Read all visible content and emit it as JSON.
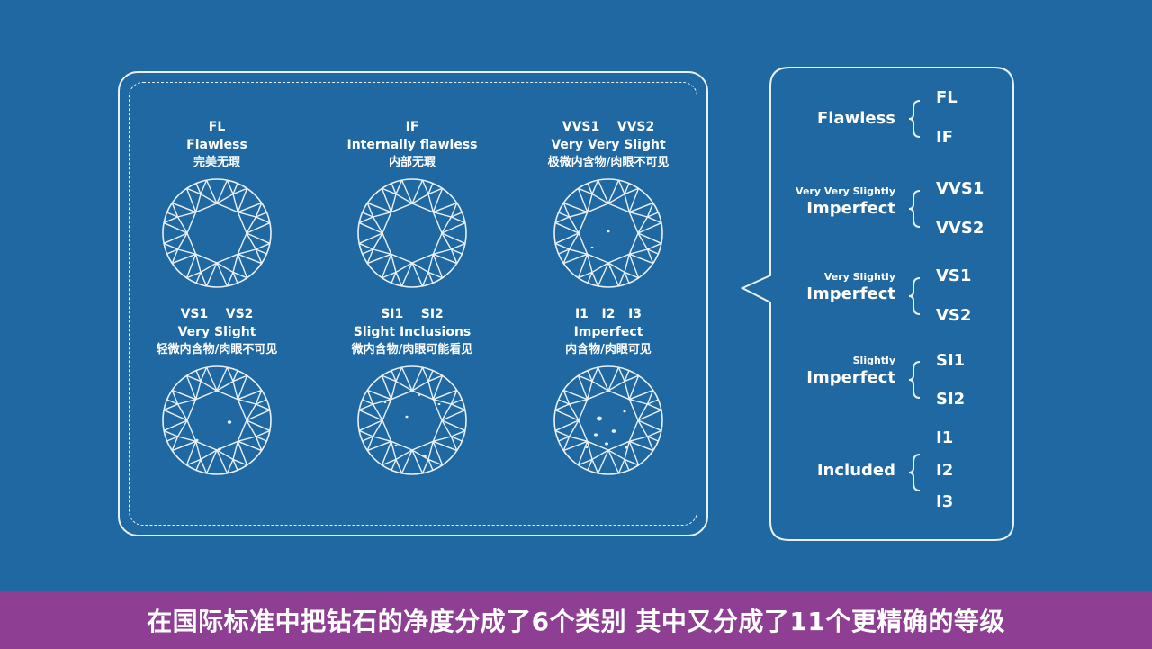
{
  "diamonds": [
    {
      "codes": "FL",
      "en": "Flawless",
      "cn": "完美无瑕"
    },
    {
      "codes": "IF",
      "en": "Internally flawless",
      "cn": "内部无瑕"
    },
    {
      "codes": "VVS1    VVS2",
      "en": "Very Very Slight",
      "cn": "极微内含物/肉眼不可见"
    },
    {
      "codes": "VS1    VS2",
      "en": "Very Slight",
      "cn": "轻微内含物/肉眼不可见"
    },
    {
      "codes": "SI1    SI2",
      "en": "Slight Inclusions",
      "cn": "微内含物/肉眼可能看见"
    },
    {
      "codes": "I1   I2   I3",
      "en": "Imperfect",
      "cn": "内含物/肉眼可见"
    }
  ],
  "grades": [
    {
      "small": "",
      "big": "Flawless",
      "codes": [
        "FL",
        "IF"
      ]
    },
    {
      "small": "Very Very Slightly",
      "big": "Imperfect",
      "codes": [
        "VVS1",
        "VVS2"
      ]
    },
    {
      "small": "Very Slightly",
      "big": "Imperfect",
      "codes": [
        "VS1",
        "VS2"
      ]
    },
    {
      "small": "Slightly",
      "big": "Imperfect",
      "codes": [
        "SI1",
        "SI2"
      ]
    },
    {
      "small": "",
      "big": "Included",
      "codes": [
        "I1",
        "I2",
        "I3"
      ]
    }
  ],
  "caption": "在国际标准中把钻石的净度分成了6个类别  其中又分成了11个更精确的等级",
  "colors": {
    "background": "#2068a2",
    "footer": "#8e3f94",
    "line": "#e9f1f8"
  }
}
